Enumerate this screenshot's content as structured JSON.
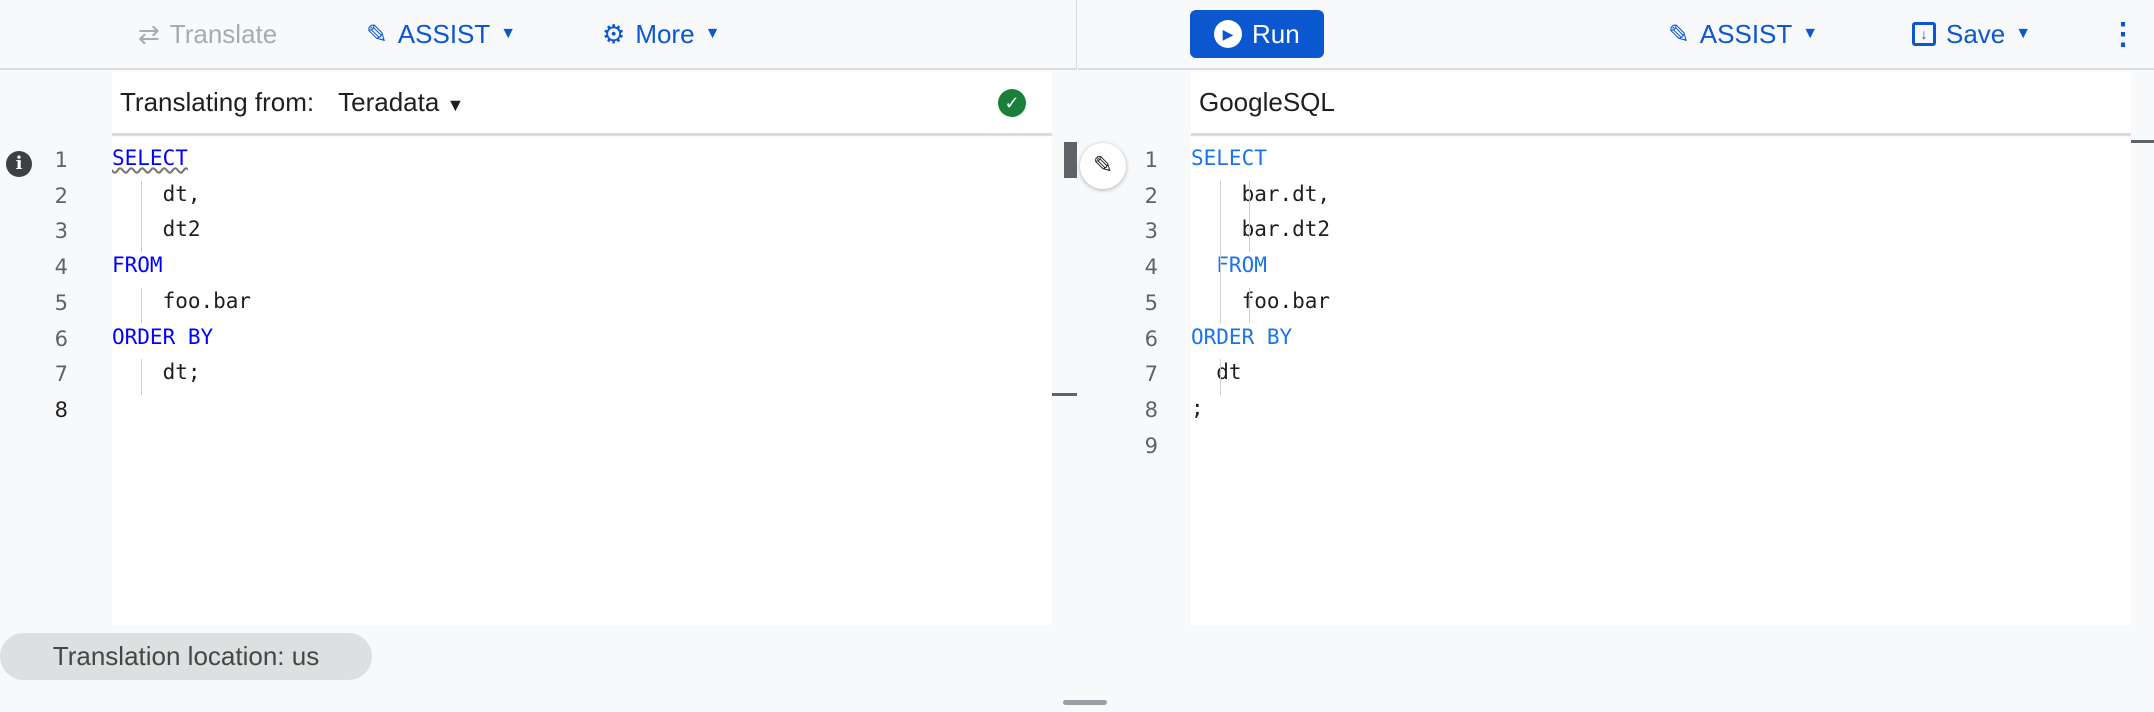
{
  "left_toolbar": {
    "translate": "Translate",
    "assist": "ASSIST",
    "more": "More"
  },
  "right_toolbar": {
    "run": "Run",
    "assist": "ASSIST",
    "save": "Save"
  },
  "source": {
    "label": "Translating from:",
    "dialect": "Teradata",
    "status": "valid",
    "lines": [
      [
        "kw",
        "SELECT"
      ],
      [
        "",
        "    dt,"
      ],
      [
        "",
        "    dt2"
      ],
      [
        "kw",
        "FROM"
      ],
      [
        "",
        "    foo.bar"
      ],
      [
        "kw",
        "ORDER BY"
      ],
      [
        "",
        "    dt;"
      ],
      [
        "",
        ""
      ]
    ]
  },
  "target": {
    "label": "GoogleSQL",
    "lines": [
      [
        "kw",
        "SELECT"
      ],
      [
        "",
        "    bar.dt,"
      ],
      [
        "",
        "    bar.dt2"
      ],
      [
        "kw",
        "  FROM"
      ],
      [
        "",
        "    foo.bar"
      ],
      [
        "kw",
        "ORDER BY"
      ],
      [
        "",
        "  dt"
      ],
      [
        "",
        ";"
      ],
      [
        "",
        ""
      ]
    ]
  },
  "footer": {
    "location": "Translation location: us"
  },
  "colors": {
    "accent": "#0b57d0",
    "keyword": "#0000ff",
    "success": "#188038"
  }
}
